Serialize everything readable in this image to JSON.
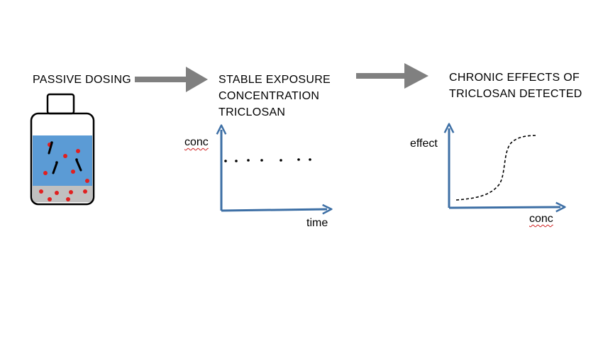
{
  "stage1": {
    "label": "PASSIVE DOSING"
  },
  "stage2": {
    "label_lines": [
      "STABLE EXPOSURE",
      "CONCENTRATION",
      "TRICLOSAN"
    ]
  },
  "stage3": {
    "label_lines": [
      "CHRONIC EFFECTS OF",
      "TRICLOSAN DETECTED"
    ]
  },
  "graph1": {
    "y_label": "conc",
    "x_label": "time"
  },
  "graph2": {
    "y_label": "effect",
    "x_label": "conc"
  },
  "colors": {
    "arrow": "#808080",
    "axis": "#3d6fa5",
    "water": "#5b9bd5",
    "sediment": "#c0c0c0",
    "particle": "#e02020",
    "spellcheck": "#d02020"
  }
}
